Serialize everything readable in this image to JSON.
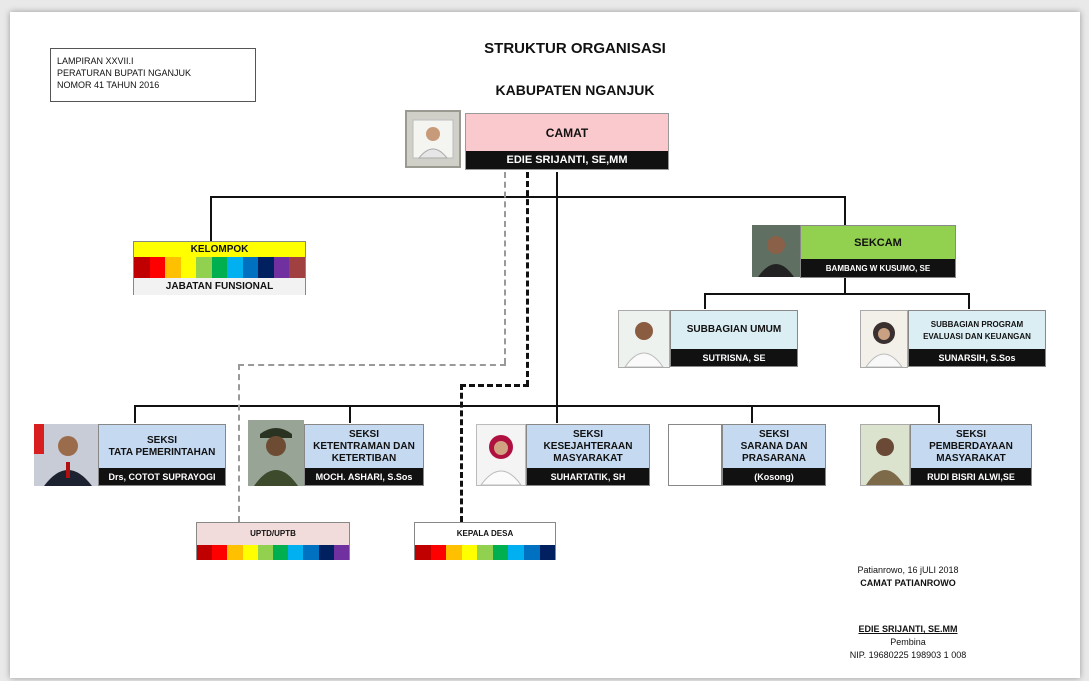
{
  "header": {
    "title": "STRUKTUR ORGANISASI",
    "subtitle": "KABUPATEN NGANJUK",
    "reference": [
      "LAMPIRAN XXVII.I",
      "PERATURAN BUPATI NGANJUK",
      "NOMOR 41 TAHUN 2016"
    ]
  },
  "camat": {
    "title": "CAMAT",
    "name": "EDIE SRIJANTI, SE,MM"
  },
  "kelompok": {
    "title": "KELOMPOK",
    "subtitle": "JABATAN FUNSIONAL"
  },
  "sekcam": {
    "title": "SEKCAM",
    "name": "BAMBANG W KUSUMO, SE"
  },
  "subbagian": [
    {
      "title": "SUBBAGIAN UMUM",
      "name": "SUTRISNA, SE"
    },
    {
      "title_lines": [
        "SUBBAGIAN PROGRAM",
        "EVALUASI DAN KEUANGAN"
      ],
      "name": "SUNARSIH, S.Sos"
    }
  ],
  "seksi": [
    {
      "lines": [
        "SEKSI",
        "TATA PEMERINTAHAN"
      ],
      "name": "Drs, COTOT SUPRAYOGI"
    },
    {
      "lines": [
        "SEKSI",
        "KETENTRAMAN DAN",
        "KETERTIBAN"
      ],
      "name": "MOCH. ASHARI, S.Sos"
    },
    {
      "lines": [
        "SEKSI",
        "KESEJAHTERAAN",
        "MASYARAKAT"
      ],
      "name": "SUHARTATIK, SH"
    },
    {
      "lines": [
        "SEKSI",
        "SARANA DAN",
        "PRASARANA"
      ],
      "name": "(Kosong)"
    },
    {
      "lines": [
        "SEKSI",
        "PEMBERDAYAAN",
        "MASYARAKAT"
      ],
      "name": "RUDI BISRI ALWI,SE"
    }
  ],
  "uptd": {
    "title": "UPTD/UPTB"
  },
  "kepala_desa": {
    "title": "KEPALA DESA"
  },
  "signature": {
    "place_date": "Patianrowo, 16 jULI 2018",
    "position": "CAMAT PATIANROWO",
    "name": "EDIE SRIJANTI, SE.MM",
    "rank": "Pembina",
    "nip": "NIP. 19680225 198903 1 008"
  },
  "colors": {
    "camat_fill": "#f9c9cd",
    "sekcam_fill": "#92d050",
    "subbagian_fill": "#dbeef4",
    "seksi_fill": "#c5d9f1",
    "uptd_fill": "#f2dcdb",
    "kelompok_top": "#ffff00",
    "rainbow": [
      "#c00000",
      "#ff0000",
      "#ffc000",
      "#ffff00",
      "#92d050",
      "#00b050",
      "#00b0f0",
      "#0070c0",
      "#002060",
      "#7030a0",
      "#a04040"
    ]
  }
}
